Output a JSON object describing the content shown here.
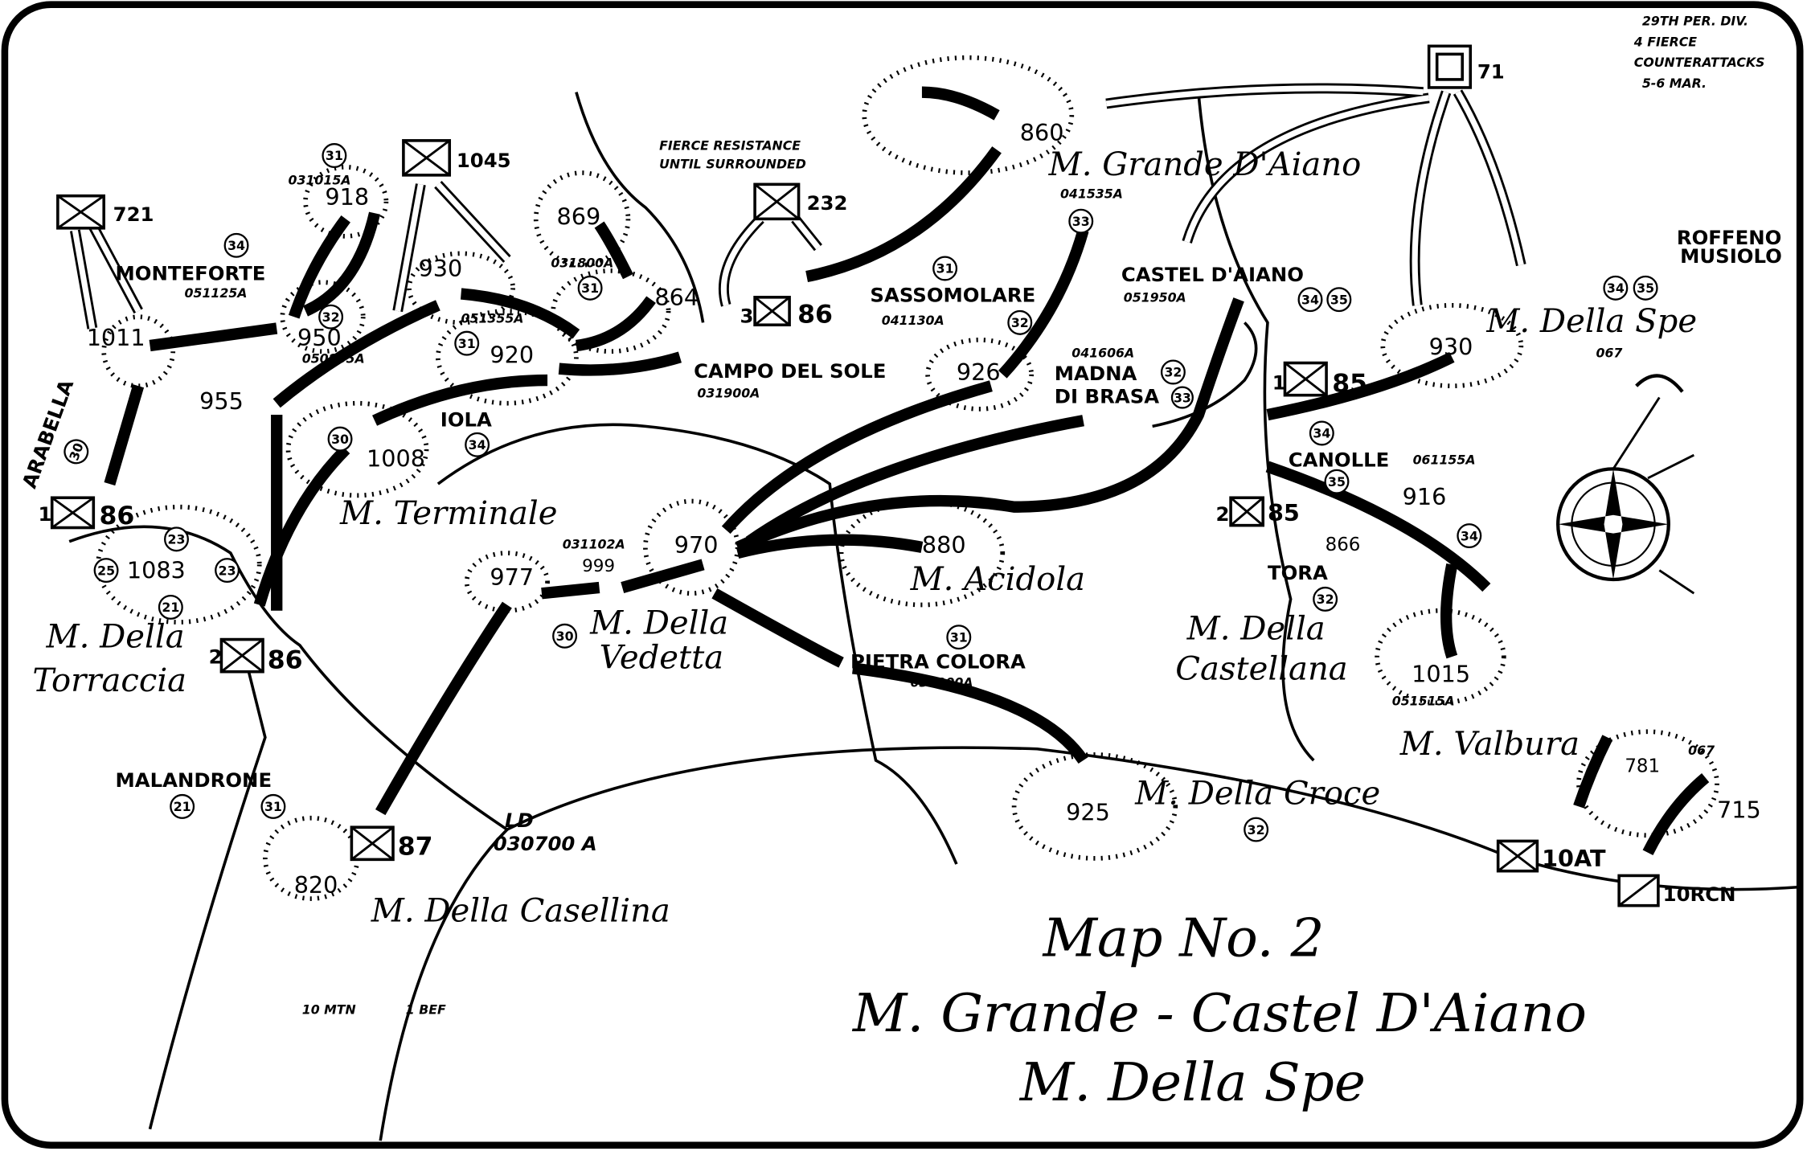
{
  "title": {
    "line1": "Map No. 2",
    "line2": "M. Grande - Castel D'Aiano",
    "line3": "M. Della Spe"
  },
  "notes": {
    "enemy": [
      "29TH PER. DIV.",
      "4 FIERCE",
      "COUNTERATTACKS",
      "5-6 MAR."
    ],
    "resistance": [
      "FIERCE RESISTANCE",
      "UNTIL SURROUNDED"
    ]
  },
  "places": {
    "monteforte": "MONTEFORTE",
    "monteforte_time": "051125A",
    "grande": "M. Grande D'Aiano",
    "grande_time": "041535A",
    "castel": "CASTEL D'AIANO",
    "castel_time": "051950A",
    "sassomolare": "SASSOMOLARE",
    "sassomolare_time": "041130A",
    "campo": "CAMPO DEL SOLE",
    "campo_time": "031900A",
    "madna1": "MADNA",
    "madna2": "DI BRASA",
    "madna_time": "041606A",
    "spe": "M. Della Spe",
    "spe_time": "067",
    "roffeno1": "ROFFENO",
    "roffeno2": "MUSIOLO",
    "canolle": "CANOLLE",
    "canolle_time": "061155A",
    "tora": "TORA",
    "terminale": "M. Terminale",
    "iola": "IOLA",
    "acidola": "M. Acidola",
    "vedetta1": "M. Della",
    "vedetta2": "Vedetta",
    "pietra": "PIETRA COLORA",
    "pietra_time": "031900A",
    "torraccia1": "M. Della",
    "torraccia2": "Torraccia",
    "arabella": "ARABELLA",
    "malandrone": "MALANDRONE",
    "casellina": "M. Della Casellina",
    "croce": "M. Della Croce",
    "castellana1": "M. Della",
    "castellana2": "Castellana",
    "valbura": "M. Valbura",
    "ld": "LD",
    "ld_time": "030700 A",
    "boundary_left": "10 MTN",
    "boundary_right": "1 BEF"
  },
  "hills": [
    "860",
    "918",
    "869",
    "930",
    "864",
    "950",
    "920",
    "955",
    "1008",
    "1083",
    "977",
    "999",
    "970",
    "926",
    "880",
    "930",
    "916",
    "866",
    "1015",
    "781",
    "715",
    "925",
    "820",
    "1011"
  ],
  "hill_times": [
    "031015A",
    "050855A",
    "031800A",
    "031102A",
    "051515A",
    "051355A",
    "067"
  ],
  "units": [
    "721",
    "1045",
    "232",
    "3",
    "86",
    "1",
    "85",
    "2",
    "85",
    "1",
    "86",
    "2",
    "86",
    "87",
    "10AT",
    "10RCN",
    "71"
  ],
  "regiments": [
    "31",
    "34",
    "32",
    "31",
    "31",
    "30",
    "34",
    "30",
    "23",
    "25",
    "23",
    "21",
    "31",
    "21",
    "30",
    "31",
    "31",
    "33",
    "32",
    "32",
    "33",
    "34",
    "35",
    "34",
    "35",
    "34",
    "35",
    "34",
    "32",
    "32"
  ]
}
